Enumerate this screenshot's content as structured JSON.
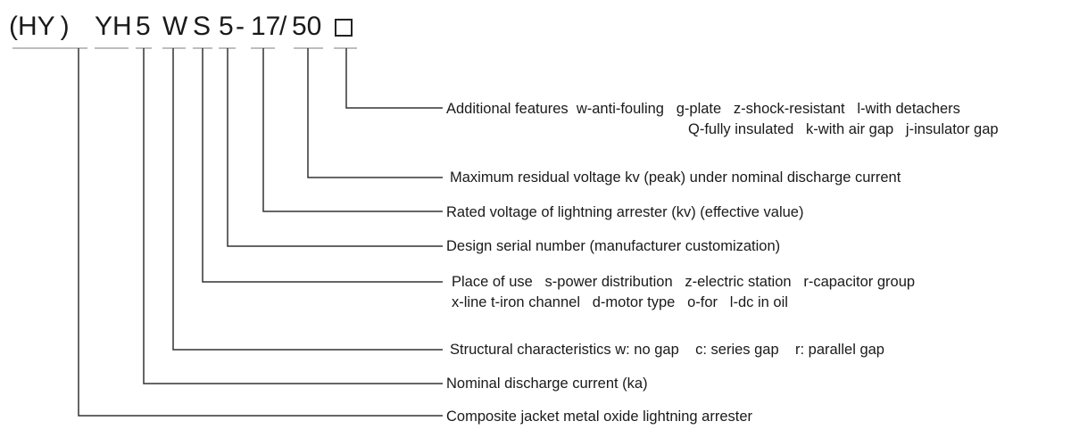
{
  "code": {
    "prefix": "(HY )",
    "type": "YH",
    "current": "5",
    "structure": "W",
    "place": "S",
    "serial": "5",
    "dash": "-",
    "rated": "17",
    "slash": "/",
    "residual": "50"
  },
  "descriptions": [
    {
      "id": "additional",
      "lines": [
        "Additional features  w-anti-fouling   g-plate   z-shock-resistant   l-with detachers",
        "Q-fully insulated   k-with air gap   j-insulator gap"
      ]
    },
    {
      "id": "residual",
      "lines": [
        "Maximum residual voltage kv (peak) under nominal discharge current"
      ]
    },
    {
      "id": "rated",
      "lines": [
        "Rated voltage of lightning arrester (kv) (effective value)"
      ]
    },
    {
      "id": "serial",
      "lines": [
        "Design serial number (manufacturer customization)"
      ]
    },
    {
      "id": "place",
      "lines": [
        "Place of use   s-power distribution   z-electric station   r-capacitor group",
        "x-line t-iron channel   d-motor type   o-for   l-dc in oil"
      ]
    },
    {
      "id": "structure",
      "lines": [
        "Structural characteristics w: no gap    c: series gap    r: parallel gap"
      ]
    },
    {
      "id": "current",
      "lines": [
        "Nominal discharge current (ka)"
      ]
    },
    {
      "id": "type",
      "lines": [
        "Composite jacket metal oxide lightning arrester"
      ]
    }
  ]
}
